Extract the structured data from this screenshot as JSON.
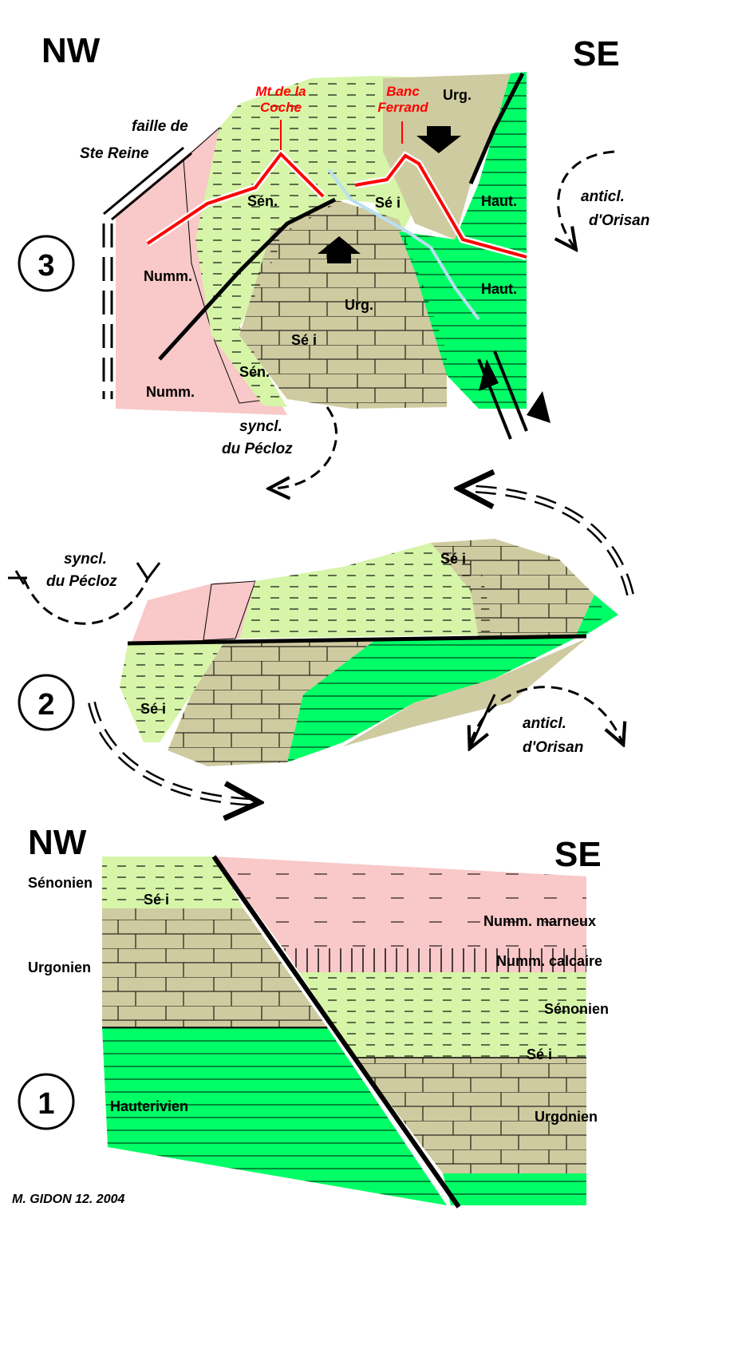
{
  "colors": {
    "nummulitique": "#f9c8c8",
    "senonien": "#d6f5a8",
    "urgonien": "#cfcba0",
    "hauterivien": "#00ff66",
    "crest_line": "#ff0000",
    "stream": "#b8e0f0",
    "ink": "#000000"
  },
  "stage3": {
    "number": "3",
    "nw": "NW",
    "se": "SE",
    "peak1": [
      "Mt de la",
      "Coche"
    ],
    "peak2": [
      "Banc",
      "Ferrand"
    ],
    "fault": [
      "faille de",
      "Ste Reine"
    ],
    "anticline": [
      "anticl.",
      "d'Orisan"
    ],
    "syncline": [
      "syncl.",
      "du Pécloz"
    ],
    "labels": {
      "urg_top": "Urg.",
      "sen_top": "Sén.",
      "sei_top": "Sé i",
      "haut_top": "Haut.",
      "haut_mid": "Haut.",
      "numm_mid": "Numm.",
      "urg_mid": "Urg.",
      "sei_mid": "Sé i",
      "sen_low": "Sén.",
      "numm_low": "Numm."
    }
  },
  "stage2": {
    "number": "2",
    "syncline": [
      "syncl.",
      "du Pécloz"
    ],
    "anticline": [
      "anticl.",
      "d'Orisan"
    ],
    "labels": {
      "sei_top": "Sé i",
      "sei_left": "Sé i"
    }
  },
  "stage1": {
    "number": "1",
    "nw": "NW",
    "se": "SE",
    "left": {
      "senonien": "Sénonien",
      "sei": "Sé i",
      "urgonien": "Urgonien",
      "hauterivien": "Hauterivien"
    },
    "right": {
      "numm_marneux": "Numm. marneux",
      "numm_calcaire": "Numm. calcaire",
      "senonien": "Sénonien",
      "sei": "Sé i",
      "urgonien": "Urgonien"
    }
  },
  "credit": "M. GIDON 12. 2004"
}
